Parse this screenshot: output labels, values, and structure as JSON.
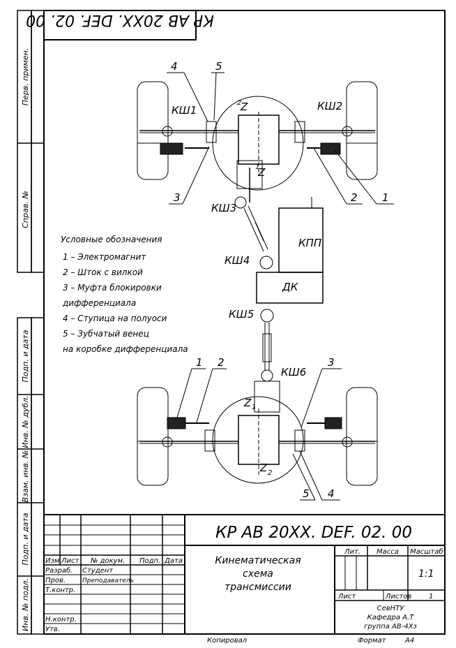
{
  "stamp_code": "КР АВ 20ХХ. DEF. 02. 00",
  "side_column": [
    "Перв. примен.",
    "Справ. №",
    "Подп. и дата",
    "Инв. № дубл.",
    "Взам. инв. №",
    "Подп. и дата",
    "Инв. № подл."
  ],
  "components": {
    "kpp": "КПП",
    "dk": "ДК"
  },
  "joints": [
    "КШ1",
    "КШ2",
    "КШ3",
    "КШ4",
    "КШ5",
    "КШ6"
  ],
  "gears": {
    "z2_top": "Z",
    "z2_top_sub": "2",
    "z1_top": "Z",
    "z1_top_sub": "1",
    "z1_bot": "Z",
    "z1_bot_sub": "1",
    "z2_bot": "Z",
    "z2_bot_sub": "2"
  },
  "callouts_top": [
    "4",
    "5",
    "3",
    "2",
    "1"
  ],
  "callouts_bottom": [
    "1",
    "2",
    "3",
    "5",
    "4"
  ],
  "legend": {
    "title": "Условные обозначения",
    "items": [
      "1 – Электромагнит",
      "2 – Шток с вилкой",
      "3 – Муфта блокировки",
      "дифференциала",
      "4 – Ступица на полуоси",
      "5 – Зубчатый венец",
      "на коробке дифференциала"
    ]
  },
  "title_block": {
    "code": "КР АВ 20ХХ. DEF. 02. 00",
    "header_cols": [
      "Изм.",
      "Лист",
      "№ докум.",
      "Подп.",
      "Дата"
    ],
    "roles": [
      "Разраб.",
      "Пров.",
      "Т.контр.",
      "",
      "Н.контр.",
      "Утв."
    ],
    "names": [
      "Студент",
      "Преподаватель",
      "",
      "",
      "",
      ""
    ],
    "doc_title": [
      "Кинематическая",
      "схема",
      "трансмиссии"
    ],
    "lit": "Лит.",
    "mass": "Масса",
    "scale_label": "Масштаб",
    "scale": "1:1",
    "sheet_label": "Лист",
    "sheets_label": "Листов",
    "sheets_count": "1",
    "org": [
      "СевНТУ",
      "Кафедра А.Т",
      "группа АВ-4Хз"
    ],
    "copied": "Копировал",
    "format_label": "Формат",
    "format": "А4"
  }
}
